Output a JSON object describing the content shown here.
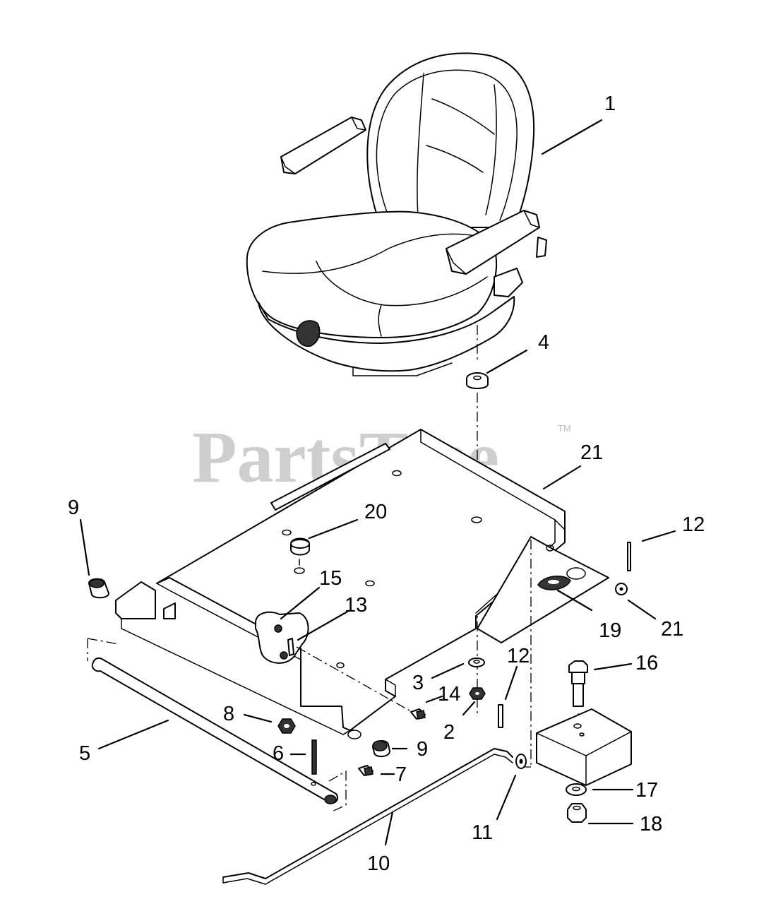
{
  "watermark": {
    "text": "PartsTree",
    "trademark": "TM"
  },
  "callouts": {
    "c1": "1",
    "c4": "4",
    "c21a": "21",
    "c9a": "9",
    "c20": "20",
    "c12a": "12",
    "c15": "15",
    "c13": "13",
    "c21b": "21",
    "c19": "19",
    "c16": "16",
    "c12b": "12",
    "c3": "3",
    "c14": "14",
    "c8": "8",
    "c2": "2",
    "c9b": "9",
    "c5": "5",
    "c6": "6",
    "c7": "7",
    "c17": "17",
    "c18": "18",
    "c11": "11",
    "c10": "10"
  }
}
